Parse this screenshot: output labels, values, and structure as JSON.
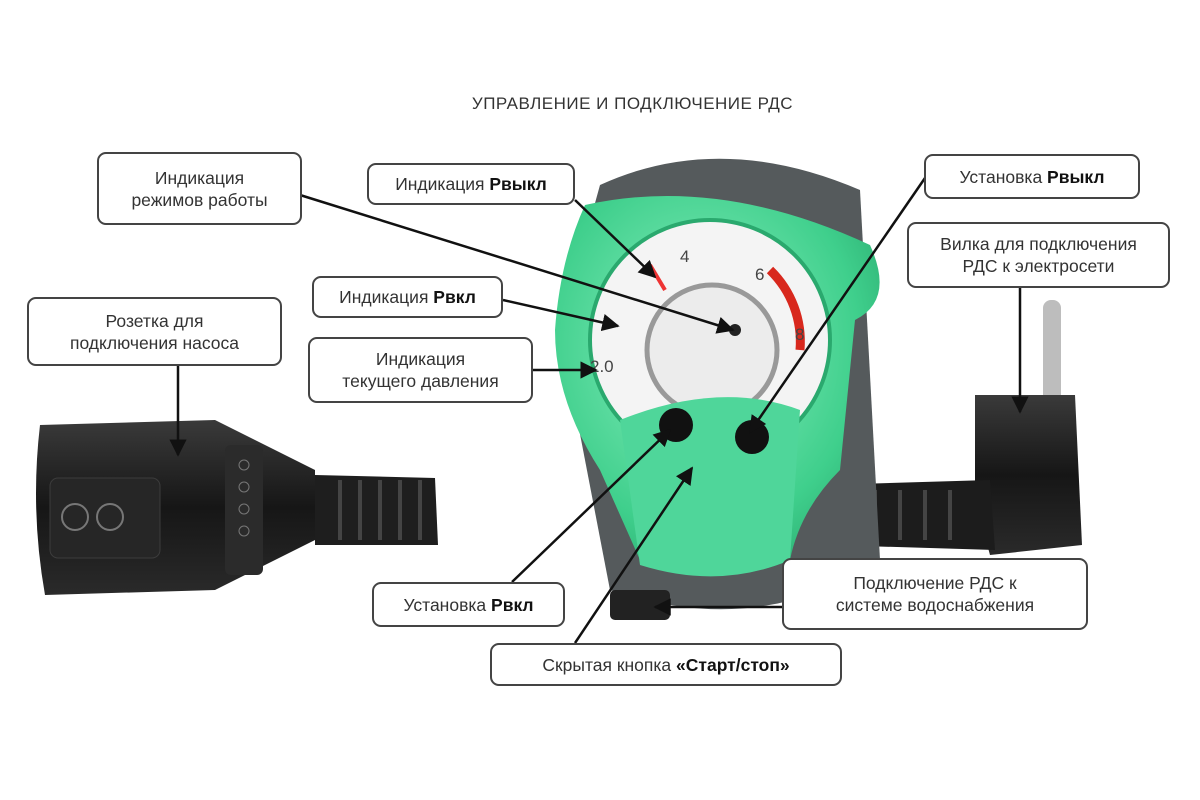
{
  "title": "УПРАВЛЕНИЕ И ПОДКЛЮЧЕНИЕ РДС",
  "labels": {
    "mode_indication": {
      "line1": "Индикация",
      "line2": "режимов работы"
    },
    "p_off_indication": {
      "text": "Индикация ",
      "bold": "Рвыкл"
    },
    "p_on_indication": {
      "text": "Индикация ",
      "bold": "Рвкл"
    },
    "current_pressure": {
      "line1": "Индикация",
      "line2": "текущего давления"
    },
    "pump_socket": {
      "line1": "Розетка для",
      "line2": "подключения насоса"
    },
    "p_off_setting": {
      "text": "Установка ",
      "bold": "Рвыкл"
    },
    "mains_plug": {
      "line1": "Вилка для подключения",
      "line2": "РДС к электросети"
    },
    "p_on_setting": {
      "text": "Установка ",
      "bold": "Рвкл"
    },
    "water_connection": {
      "line1": "Подключение РДС к",
      "line2": "системе водоснабжения"
    },
    "hidden_button": {
      "text": "Скрытая кнопка ",
      "bold": "«Старт/стоп»"
    }
  },
  "gauge_ticks": [
    "4",
    "6",
    "8",
    "2.0"
  ],
  "colors": {
    "device_green": "#4fd69a",
    "housing_gray": "#5a5e60",
    "plastic_black": "#1c1c1c"
  }
}
